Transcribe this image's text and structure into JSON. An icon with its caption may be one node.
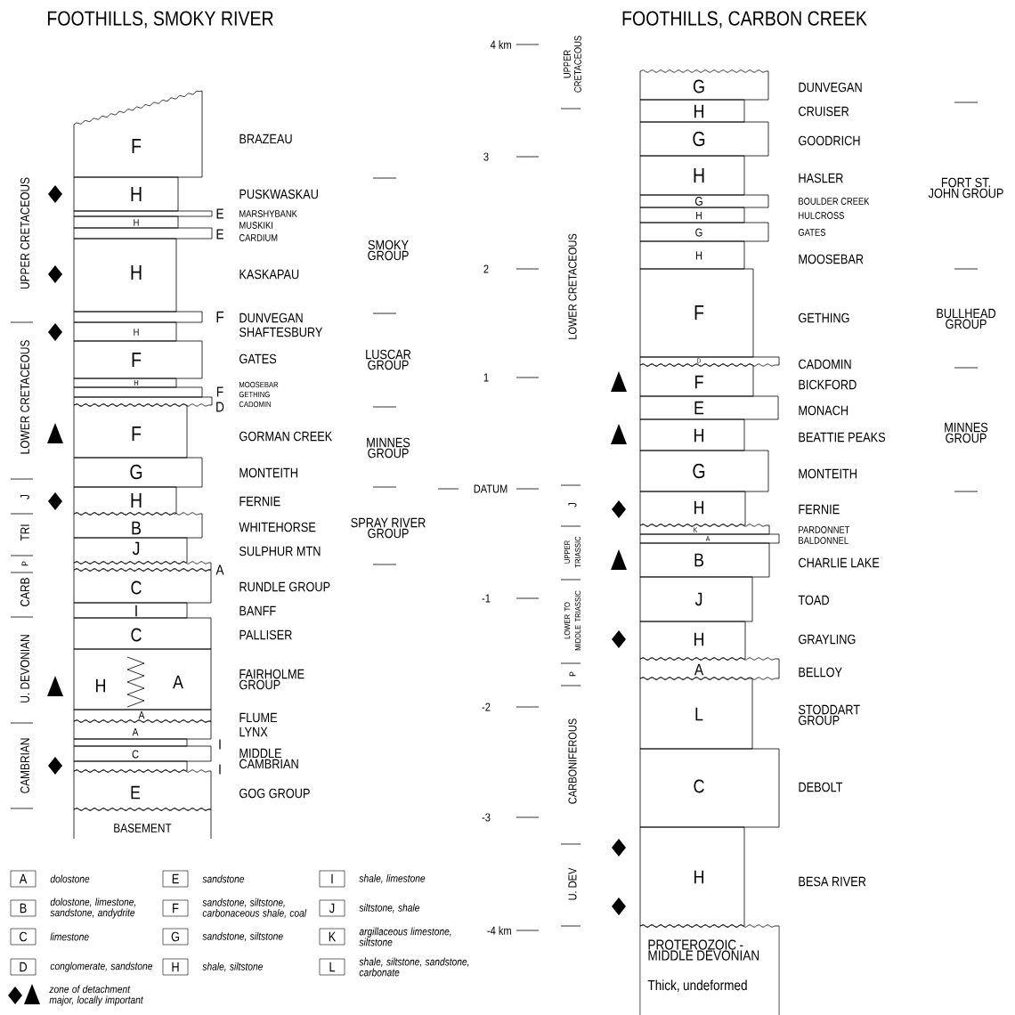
{
  "diagram": {
    "nodes": [
      {
        "text": [
          "F"
        ]
      },
      {
        "text": [
          "H"
        ]
      },
      {
        "text": [
          "E"
        ]
      },
      {
        "text": [
          "H"
        ]
      },
      {
        "text": [
          "E"
        ]
      },
      {
        "text": [
          "H"
        ]
      },
      {
        "text": [
          "F"
        ]
      },
      {
        "text": [
          "H"
        ]
      },
      {
        "text": [
          "F"
        ]
      },
      {
        "text": [
          "H"
        ]
      },
      {
        "text": [
          "F"
        ]
      },
      {
        "text": [
          "D"
        ]
      },
      {
        "text": [
          "F"
        ]
      },
      {
        "text": [
          "G"
        ]
      },
      {
        "text": [
          "H"
        ]
      },
      {
        "text": [
          "B"
        ]
      },
      {
        "text": [
          "J"
        ]
      },
      {
        "text": [
          "A"
        ]
      },
      {
        "text": [
          "C"
        ]
      },
      {
        "text": [
          "I"
        ]
      },
      {
        "text": [
          "C"
        ]
      },
      {
        "text": [
          "H",
          "A"
        ]
      },
      {
        "text": [
          "A"
        ]
      },
      {
        "text": [
          "A"
        ]
      },
      {
        "text": [
          "I"
        ]
      },
      {
        "text": [
          "C"
        ]
      },
      {
        "text": [
          "I"
        ]
      },
      {
        "text": [
          "E"
        ]
      },
      {
        "text": [
          "BASEMENT"
        ]
      },
      {
        "text": [
          "G"
        ]
      },
      {
        "text": [
          "H"
        ]
      },
      {
        "text": [
          "G"
        ]
      },
      {
        "text": [
          "H"
        ]
      },
      {
        "text": [
          "G"
        ]
      },
      {
        "text": [
          "H"
        ]
      },
      {
        "text": [
          "G"
        ]
      },
      {
        "text": [
          "H"
        ]
      },
      {
        "text": [
          "F"
        ]
      },
      {
        "text": [
          "D"
        ]
      },
      {
        "text": [
          "F"
        ]
      },
      {
        "text": [
          "E"
        ]
      },
      {
        "text": [
          "H"
        ]
      },
      {
        "text": [
          "G"
        ]
      },
      {
        "text": [
          "H"
        ]
      },
      {
        "text": [
          "K"
        ]
      },
      {
        "text": [
          "A"
        ]
      },
      {
        "text": [
          "B"
        ]
      },
      {
        "text": [
          "J"
        ]
      },
      {
        "text": [
          "H"
        ]
      },
      {
        "text": [
          "A"
        ]
      },
      {
        "text": [
          "L"
        ]
      },
      {
        "text": [
          "C"
        ]
      },
      {
        "text": [
          "H"
        ]
      },
      {
        "text": [
          "PROTEROZOIC - MIDDLE DEVONIAN",
          "Thick, undeformed"
        ]
      },
      {
        "text": [
          "A"
        ],
        "beside": [
          "dolostone"
        ]
      },
      {
        "text": [
          "B"
        ],
        "beside": [
          "dolostone, limestone, sandstone, andydrite"
        ]
      },
      {
        "text": [
          "C"
        ],
        "beside": [
          "limestone"
        ]
      },
      {
        "text": [
          "D"
        ],
        "beside": [
          "conglomerate, sandstone"
        ]
      },
      {
        "text": [
          "E"
        ],
        "beside": [
          "sandstone"
        ]
      },
      {
        "text": [
          "F"
        ],
        "beside": [
          "sandstone, siltstone, carbonaceous shale, coal"
        ]
      },
      {
        "text": [
          "G"
        ],
        "beside": [
          "sandstone, siltstone"
        ]
      },
      {
        "text": [
          "H"
        ],
        "beside": [
          "shale, siltstone"
        ]
      },
      {
        "text": [
          "I"
        ],
        "beside": [
          "shale, limestone"
        ]
      },
      {
        "text": [
          "J"
        ],
        "beside": [
          "siltstone, shale"
        ]
      },
      {
        "text": [
          "K"
        ],
        "beside": [
          "argillaceous limestone, siltstone"
        ]
      },
      {
        "text": [
          "L"
        ],
        "beside": [
          "shale, siltstone, sandstone, carbonate"
        ]
      }
    ],
    "labels": [
      "FOOTHILLS, SMOKY RIVER",
      "FOOTHILLS, CARBON CREEK",
      "UPPER CRETACEOUS",
      "LOWER CRETACEOUS",
      "J",
      "TRI",
      "P",
      "CARB",
      "U. DEVONIAN",
      "CAMBRIAN",
      "BRAZEAU",
      "PUSKWASKAU",
      "MARSHYBANK",
      "MUSKIKI",
      "CARDIUM",
      "KASKAPAU",
      "DUNVEGAN",
      "SHAFTESBURY",
      "GATES",
      "MOOSEBAR",
      "GETHING",
      "CADOMIN",
      "GORMAN CREEK",
      "MONTEITH",
      "FERNIE",
      "WHITEHORSE",
      "SULPHUR MTN",
      "RUNDLE GROUP",
      "BANFF",
      "PALLISER",
      "FAIRHOLME GROUP",
      "FLUME",
      "LYNX",
      "MIDDLE CAMBRIAN",
      "GOG GROUP",
      "SMOKY GROUP",
      "LUSCAR GROUP",
      "MINNES GROUP",
      "SPRAY RIVER GROUP",
      "4 km",
      "3",
      "2",
      "1",
      "DATUM",
      "-1",
      "-2",
      "-3",
      "-4 km",
      "UPPER CRETACEOUS",
      "LOWER CRETACEOUS",
      "J",
      "UPPER TRIASSIC",
      "LOWER TO MIDDLE TRIASSIC",
      "P",
      "CARBONIFEROUS",
      "U. DEV",
      "DUNVEGAN",
      "CRUISER",
      "GOODRICH",
      "HASLER",
      "BOULDER CREEK",
      "HULCROSS",
      "GATES",
      "MOOSEBAR",
      "GETHING",
      "CADOMIN",
      "BICKFORD",
      "MONACH",
      "BEATTIE PEAKS",
      "MONTEITH",
      "FERNIE",
      "PARDONNET",
      "BALDONNEL",
      "CHARLIE LAKE",
      "TOAD",
      "GRAYLING",
      "BELLOY",
      "STODDART GROUP",
      "DEBOLT",
      "BESA RIVER",
      "FORT ST. JOHN GROUP",
      "BULLHEAD GROUP",
      "MINNES GROUP"
    ],
    "legend": [
      {
        "text": "zone of detachment major, locally important"
      }
    ]
  }
}
